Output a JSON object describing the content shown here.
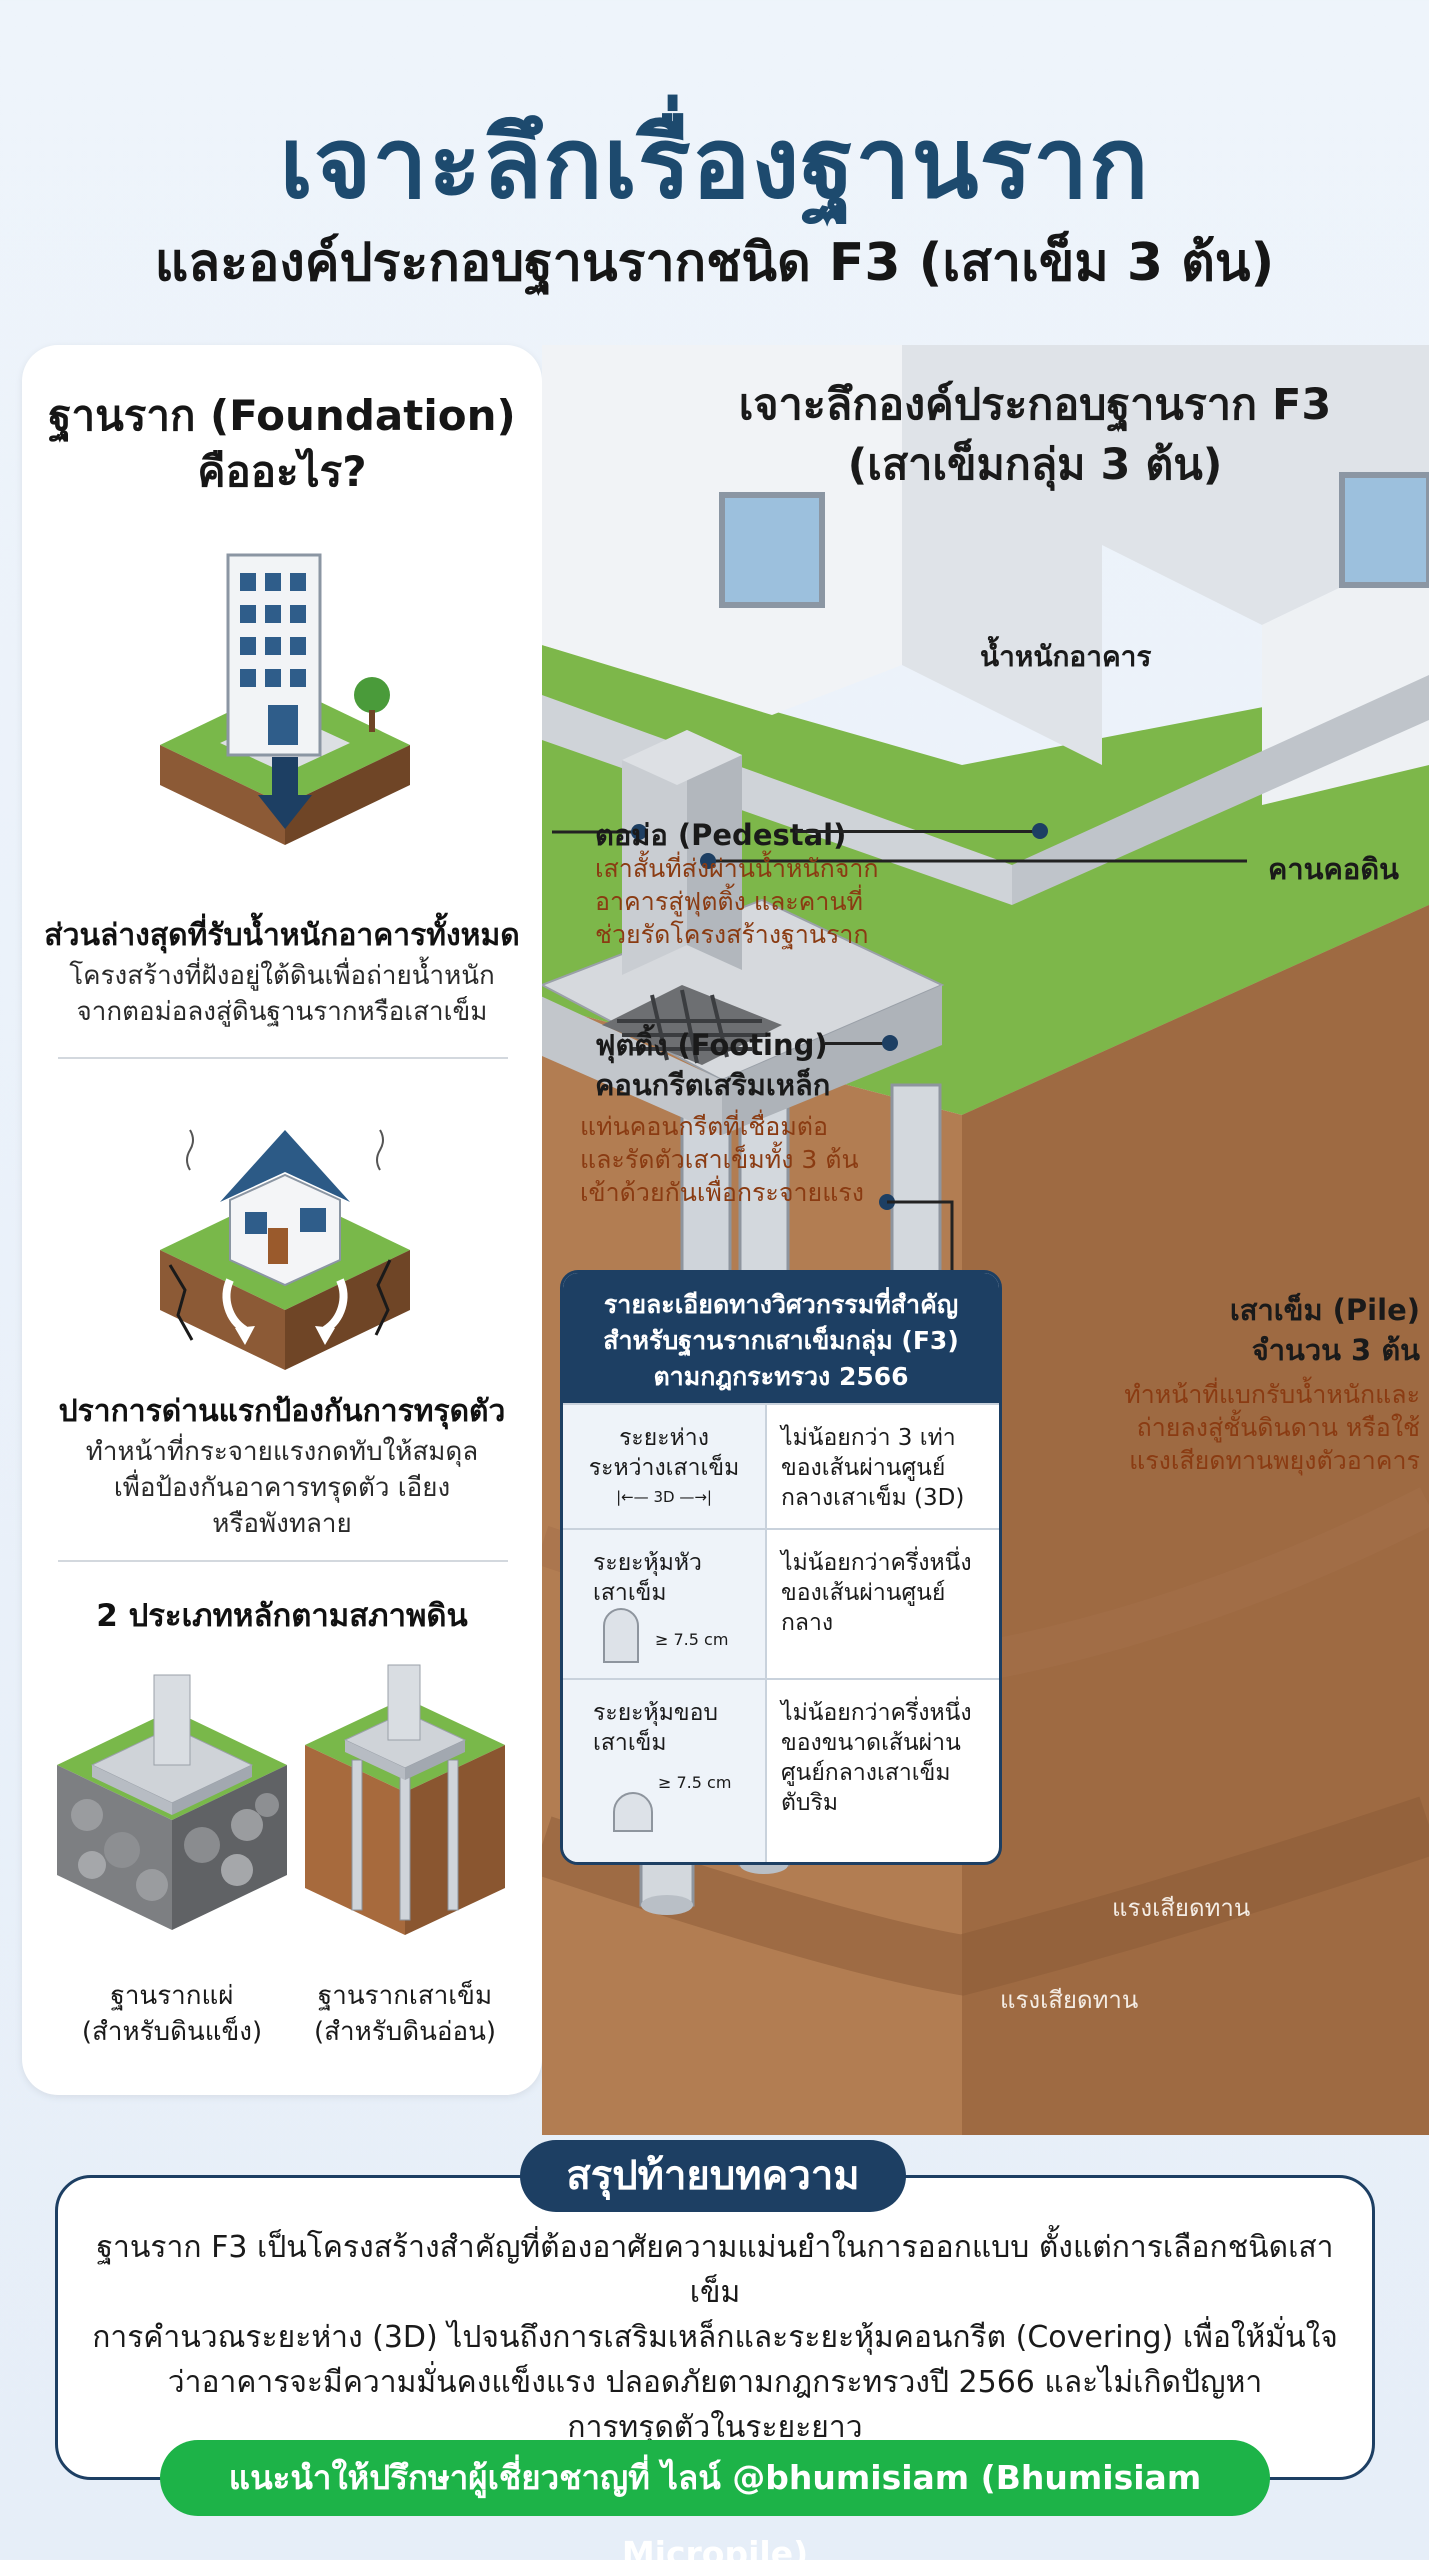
{
  "header": {
    "title": "เจาะลึกเรื่องฐานราก",
    "subtitle": "และองค์ประกอบฐานรากชนิด F3 (เสาเข็ม 3 ต้น)"
  },
  "left_panel": {
    "title_line1": "ฐานราก (Foundation)",
    "title_line2": "คืออะไร?",
    "section1": {
      "heading": "ส่วนล่างสุดที่รับน้ำหนักอาคารทั้งหมด",
      "body_line1": "โครงสร้างที่ฝังอยู่ใต้ดินเพื่อถ่ายน้ำหนัก",
      "body_line2": "จากตอม่อลงสู่ดินฐานรากหรือเสาเข็ม"
    },
    "section2": {
      "heading": "ปราการด่านแรกป้องกันการทรุดตัว",
      "body_line1": "ทำหน้าที่กระจายแรงกดทับให้สมดุล",
      "body_line2": "เพื่อป้องกันอาคารทรุดตัว เอียง",
      "body_line3": "หรือพังทลาย"
    },
    "section3": {
      "heading": "2 ประเภทหลักตามสภาพดิน",
      "type1_line1": "ฐานรากแผ่",
      "type1_line2": "(สำหรับดินแข็ง)",
      "type2_line1": "ฐานรากเสาเข็ม",
      "type2_line2": "(สำหรับดินอ่อน)"
    }
  },
  "right_panel": {
    "title_line1": "เจาะลึกองค์ประกอบฐานราก F3",
    "title_line2": "(เสาเข็มกลุ่ม 3 ต้น)",
    "building_load": "น้ำหนักอาคาร",
    "pedestal": {
      "title": "ตอม่อ (Pedestal)",
      "desc_line1": "เสาสั้นที่ส่งผ่านน้ำหนักจาก",
      "desc_line2": "อาคารสู่ฟุตติ้ง และคานที่",
      "desc_line3": "ช่วยรัดโครงสร้างฐานราก"
    },
    "ground_beam": "คานคอดิน",
    "footing": {
      "title_line1": "ฟุตติ้ง (Footing)",
      "title_line2": "คอนกรีตเสริมเหล็ก",
      "desc_line1": "แท่นคอนกรีตที่เชื่อมต่อ",
      "desc_line2": "และรัดตัวเสาเข็มทั้ง 3 ต้น",
      "desc_line3": "เข้าด้วยกันเพื่อกระจายแรง"
    },
    "pile": {
      "title_line1": "เสาเข็ม (Pile)",
      "title_line2": "จำนวน 3 ต้น",
      "desc_line1": "ทำหน้าที่แบกรับน้ำหนักและ",
      "desc_line2": "ถ่ายลงสู่ชั้นดินดาน หรือใช้",
      "desc_line3": "แรงเสียดทานพยุงตัวอาคาร"
    },
    "friction_1": "แรงเสียดทาน",
    "friction_2": "แรงเสียดทาน"
  },
  "engineering_box": {
    "title_line1": "รายละเอียดทางวิศวกรรมที่สำคัญ",
    "title_line2": "สำหรับฐานรากเสาเข็มกลุ่ม (F3)",
    "title_line3": "ตามกฎกระทรวง 2566",
    "rows": [
      {
        "label_line1": "ระยะห่าง",
        "label_line2": "ระหว่างเสาเข็ม",
        "dim": "3D",
        "value_line1": "ไม่น้อยกว่า 3 เท่า",
        "value_line2": "ของเส้นผ่านศูนย์",
        "value_line3": "กลางเสาเข็ม (3D)"
      },
      {
        "label_line1": "ระยะหุ้มหัว",
        "label_line2": "เสาเข็ม",
        "dim": "≥ 7.5 cm",
        "value_line1": "ไม่น้อยกว่าครึ่งหนึ่ง",
        "value_line2": "ของเส้นผ่านศูนย์",
        "value_line3": "กลาง"
      },
      {
        "label_line1": "ระยะหุ้มขอบ",
        "label_line2": "เสาเข็ม",
        "dim": "≥ 7.5 cm",
        "value_line1": "ไม่น้อยกว่าครึ่งหนึ่ง",
        "value_line2": "ของขนาดเส้นผ่าน",
        "value_line3": "ศูนย์กลางเสาเข็ม",
        "value_line4": "ตับริม"
      }
    ]
  },
  "summary": {
    "heading": "สรุปท้ายบทความ",
    "line1": "ฐานราก F3 เป็นโครงสร้างสำคัญที่ต้องอาศัยความแม่นยำในการออกแบบ ตั้งแต่การเลือกชนิดเสาเข็ม",
    "line2": "การคำนวณระยะห่าง (3D) ไปจนถึงการเสริมเหล็กและระยะหุ้มคอนกรีต (Covering) เพื่อให้มั่นใจ",
    "line3": "ว่าอาคารจะมีความมั่นคงแข็งแรง ปลอดภัยตามกฎกระทรวงปี 2566 และไม่เกิดปัญหา",
    "line4": "การทรุดตัวในระยะยาว",
    "cta": "แนะนำให้ปรึกษาผู้เชี่ยวชาญที่ ไลน์ @bhumisiam (Bhumisiam Micropile)"
  }
}
